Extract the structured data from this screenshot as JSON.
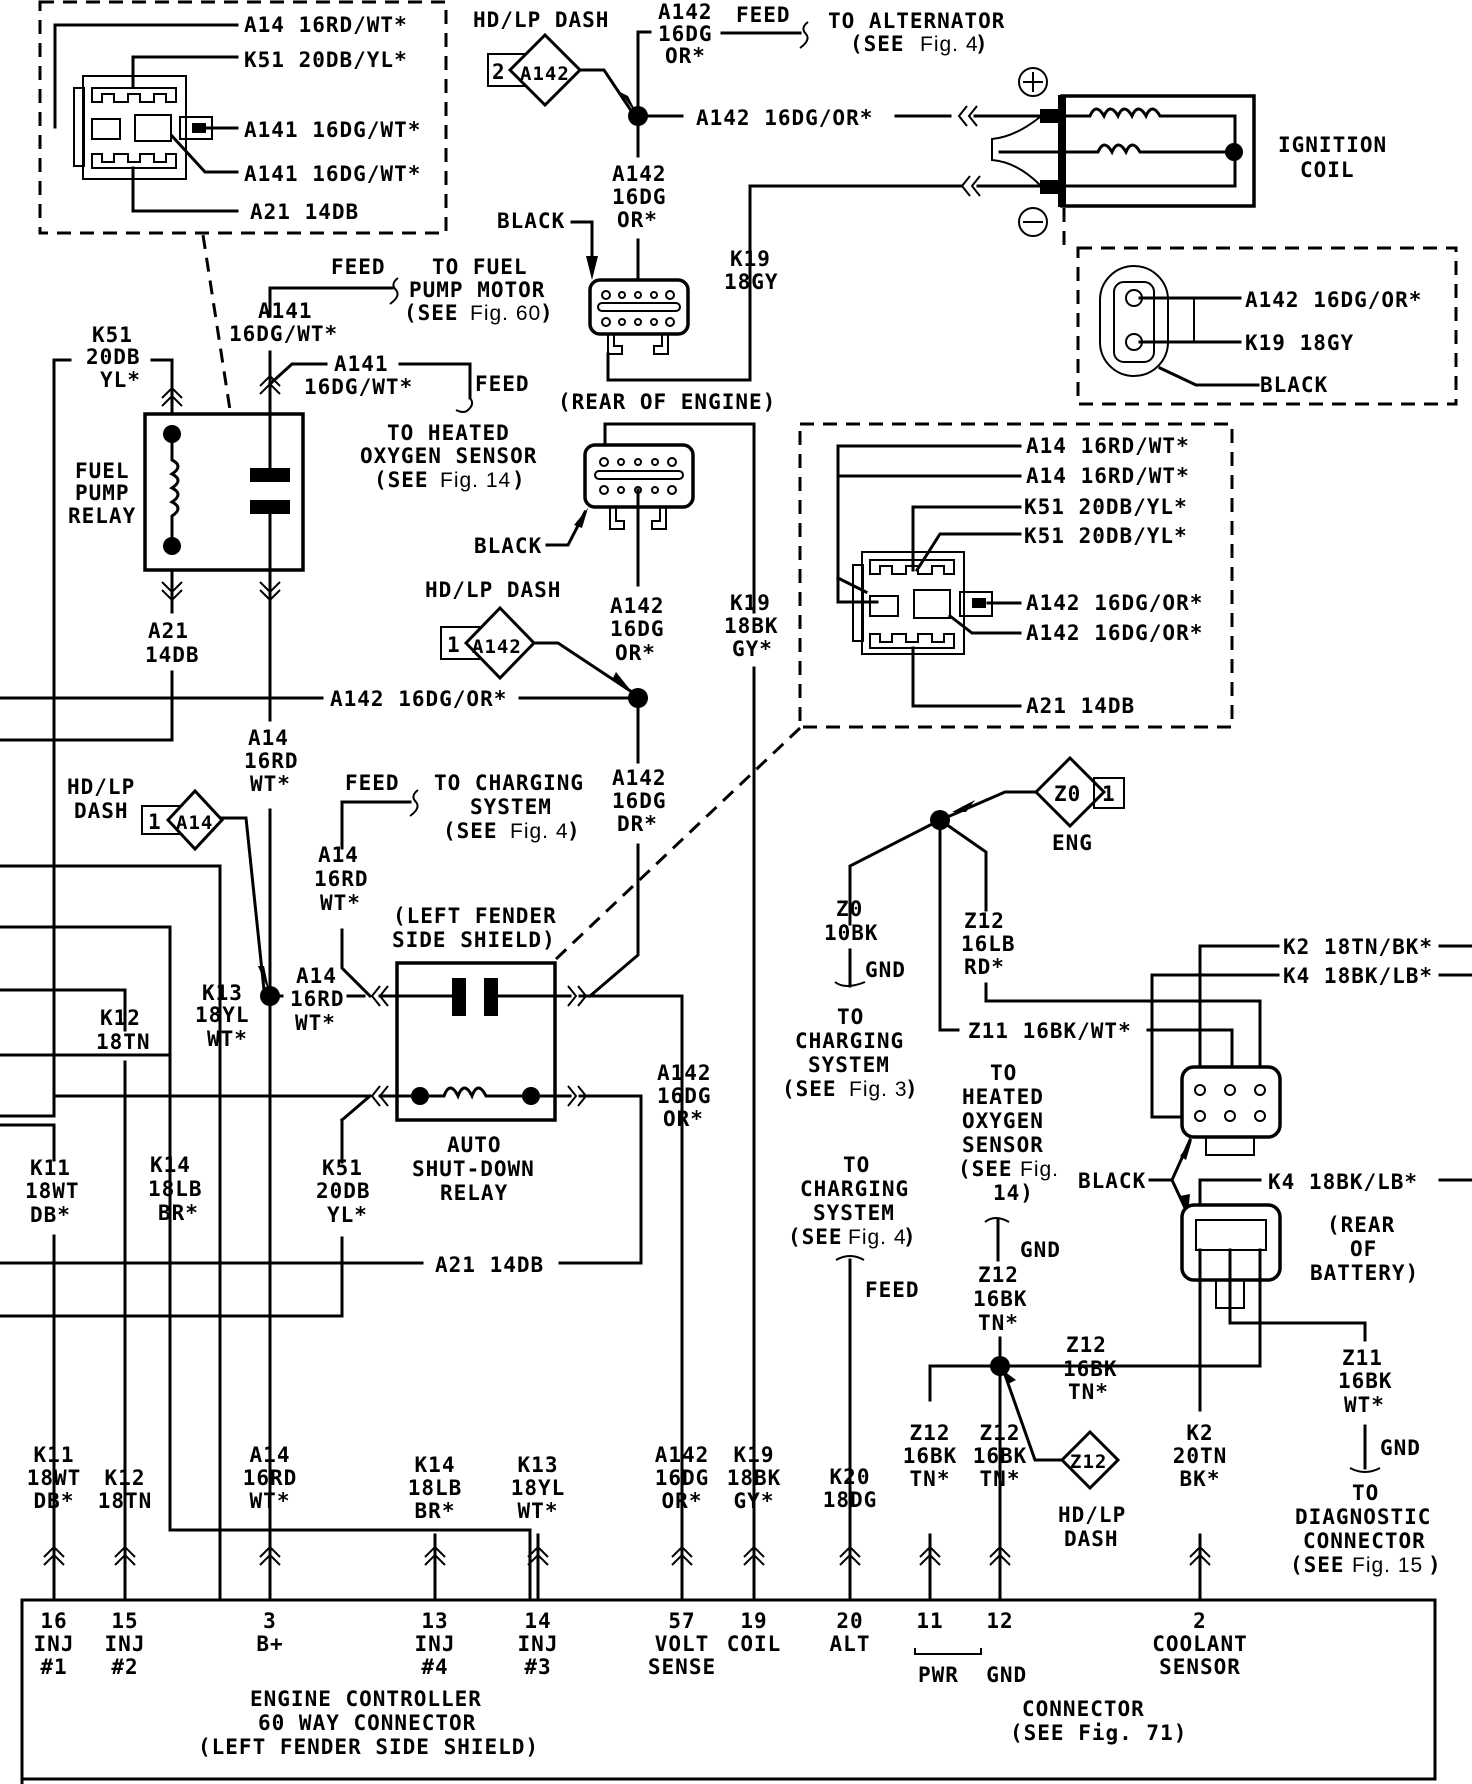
{
  "diagram": {
    "title": "Engine controller wiring - fuel pump relay, auto shut-down relay, ignition coil",
    "top_left_inset": {
      "wires": [
        "A14 16RD/WT*",
        "K51 20DB/YL*",
        "A141 16DG/WT*",
        "A141 16DG/WT*",
        "A21 14DB"
      ]
    },
    "hd_lp_dash_top": {
      "label": "HD/LP DASH",
      "pin": "2",
      "circuit": "A142"
    },
    "a142_top": {
      "circuit": "A142",
      "gauge": "16DG",
      "color": "OR*"
    },
    "feed_alternator": {
      "feed": "FEED",
      "to": "TO ALTERNATOR",
      "see": "(SEE",
      "fig": "Fig. 4",
      "close": ")"
    },
    "a142_horizontal": "A142 16DG/OR*",
    "ignition_coil": {
      "label1": "IGNITION",
      "label2": "COIL",
      "plus": "+",
      "minus": "−"
    },
    "coil_inset": {
      "wires": [
        "A142 16DG/OR*",
        "K19 18GY",
        "BLACK"
      ]
    },
    "a142_mid": {
      "circuit": "A142",
      "gauge": "16DG",
      "color": "OR*"
    },
    "black_label": "BLACK",
    "k19_upper": {
      "circuit": "K19",
      "gauge": "18GY"
    },
    "rear_of_engine": "(REAR OF ENGINE)",
    "feed_fuel_pump": {
      "feed": "FEED",
      "line1": "TO FUEL",
      "line2": "PUMP MOTOR",
      "see": "(SEE",
      "fig": "Fig. 60",
      "close": ")"
    },
    "a141_left": {
      "circuit": "A141",
      "gauge": "16DG/WT*"
    },
    "a141_right": {
      "circuit": "A141",
      "gauge": "16DG/WT*"
    },
    "feed_o2": {
      "feed": "FEED",
      "line1": "TO HEATED",
      "line2": "OXYGEN SENSOR",
      "see": "(SEE",
      "fig": "Fig. 14",
      "close": ")"
    },
    "k51_top": {
      "circuit": "K51",
      "gauge": "20DB",
      "color": "YL*"
    },
    "fuel_pump_relay": {
      "line1": "FUEL",
      "line2": "PUMP",
      "line3": "RELAY"
    },
    "a21_relay": {
      "circuit": "A21",
      "gauge": "14DB"
    },
    "black_label_2": "BLACK",
    "hd_lp_dash_mid": {
      "label": "HD/LP DASH",
      "pin": "1",
      "circuit": "A142"
    },
    "a142_mid2": {
      "circuit": "A142",
      "gauge": "16DG",
      "color": "OR*"
    },
    "k19_lower": {
      "circuit": "K19",
      "gauge": "18BK",
      "color": "GY*"
    },
    "a142_horizontal_mid": "A142 16DG/OR*",
    "asd_inset": {
      "wires": [
        "A14 16RD/WT*",
        "A14 16RD/WT*",
        "K51 20DB/YL*",
        "K51 20DB/YL*",
        "A142 16DG/OR*",
        "A142 16DG/OR*",
        "A21 14DB"
      ]
    },
    "a14_mid": {
      "circuit": "A14",
      "gauge": "16RD",
      "color": "WT*"
    },
    "hd_lp_dash_a14": {
      "label1": "HD/LP",
      "label2": "DASH",
      "pin": "1",
      "circuit": "A14"
    },
    "feed_charging": {
      "feed": "FEED",
      "line1": "TO CHARGING",
      "line2": "SYSTEM",
      "see": "(SEE",
      "fig": "Fig. 4",
      "close": ")"
    },
    "a142_dr": {
      "circuit": "A142",
      "gauge": "16DG",
      "color": "DR*"
    },
    "a14_feed": {
      "circuit": "A14",
      "gauge": "16RD",
      "color": "WT*"
    },
    "left_fender": {
      "line1": "(LEFT FENDER",
      "line2": "SIDE SHIELD)"
    },
    "a14_relay": {
      "circuit": "A14",
      "gauge": "16RD",
      "color": "WT*"
    },
    "k13_mid": {
      "circuit": "K13",
      "gauge": "18YL",
      "color": "WT*"
    },
    "k12_mid": {
      "circuit": "K12",
      "gauge": "18TN"
    },
    "a142_right_relay": {
      "circuit": "A142",
      "gauge": "16DG",
      "color": "OR*"
    },
    "asd_relay": {
      "line1": "AUTO",
      "line2": "SHUT-DOWN",
      "line3": "RELAY"
    },
    "k11_mid": {
      "circuit": "K11",
      "gauge": "18WT",
      "color": "DB*"
    },
    "k14_mid": {
      "circuit": "K14",
      "gauge": "18LB",
      "color": "BR*"
    },
    "k51_mid": {
      "circuit": "K51",
      "gauge": "20DB",
      "color": "YL*"
    },
    "a21_horizontal": "A21 14DB",
    "ground_eng": {
      "circuit": "Z0",
      "pin": "1",
      "label": "ENG"
    },
    "z0": {
      "circuit": "Z0",
      "gauge": "10BK",
      "gnd": "GND"
    },
    "to_charging_3": {
      "line1": "TO",
      "line2": "CHARGING",
      "line3": "SYSTEM",
      "see": "(SEE",
      "fig": "Fig. 3",
      "close": ")"
    },
    "z12_upper": {
      "circuit": "Z12",
      "gauge": "16LB",
      "color": "RD*"
    },
    "z11_horizontal": "Z11 16BK/WT*",
    "to_o2": {
      "line1": "TO",
      "line2": "HEATED",
      "line3": "OXYGEN",
      "line4": "SENSOR",
      "see": "(SEE",
      "fig": "Fig.",
      "fig2": "14)",
      "gnd": "GND"
    },
    "to_charging_4": {
      "line1": "TO",
      "line2": "CHARGING",
      "line3": "SYSTEM",
      "see": "(SEE",
      "fig": "Fig. 4",
      "close": ")",
      "feed": "FEED"
    },
    "k2_top": "K2 18TN/BK*",
    "k4_top": "K4 18BK/LB*",
    "black_battery": "BLACK",
    "k4_mid": "K4 18BK/LB*",
    "rear_battery": {
      "line1": "(REAR",
      "line2": "OF",
      "line3": "BATTERY)"
    },
    "z12_center": {
      "circuit": "Z12",
      "gauge": "16BK",
      "color": "TN*"
    },
    "z12_right": {
      "circuit": "Z12",
      "gauge": "16BK",
      "color": "TN*"
    },
    "z11_right": {
      "circuit": "Z11",
      "gauge": "16BK",
      "color": "WT*",
      "gnd": "GND"
    },
    "to_diagnostic": {
      "line1": "TO",
      "line2": "DIAGNOSTIC",
      "line3": "CONNECTOR",
      "see": "(SEE",
      "fig": "Fig. 15",
      "close": ")"
    },
    "hd_lp_dash_z12": {
      "circuit": "Z12",
      "label1": "HD/LP",
      "label2": "DASH"
    },
    "bottom_wires": [
      {
        "circuit": "K11",
        "gauge": "18WT",
        "color": "DB*"
      },
      {
        "circuit": "K12",
        "gauge": "18TN",
        "color": ""
      },
      {
        "circuit": "A14",
        "gauge": "16RD",
        "color": "WT*"
      },
      {
        "circuit": "K14",
        "gauge": "18LB",
        "color": "BR*"
      },
      {
        "circuit": "K13",
        "gauge": "18YL",
        "color": "WT*"
      },
      {
        "circuit": "A142",
        "gauge": "16DG",
        "color": "OR*"
      },
      {
        "circuit": "K19",
        "gauge": "18BK",
        "color": "GY*"
      },
      {
        "circuit": "K20",
        "gauge": "18DG",
        "color": ""
      },
      {
        "circuit": "Z12",
        "gauge": "16BK",
        "color": "TN*"
      },
      {
        "circuit": "Z12",
        "gauge": "16BK",
        "color": "TN*"
      },
      {
        "circuit": "K2",
        "gauge": "20TN",
        "color": "BK*"
      }
    ],
    "engine_controller": {
      "pins": [
        {
          "num": "16",
          "l1": "INJ",
          "l2": "#1"
        },
        {
          "num": "15",
          "l1": "INJ",
          "l2": "#2"
        },
        {
          "num": "3",
          "l1": "B+",
          "l2": ""
        },
        {
          "num": "13",
          "l1": "INJ",
          "l2": "#4"
        },
        {
          "num": "14",
          "l1": "INJ",
          "l2": "#3"
        },
        {
          "num": "57",
          "l1": "VOLT",
          "l2": "SENSE"
        },
        {
          "num": "19",
          "l1": "COIL",
          "l2": ""
        },
        {
          "num": "20",
          "l1": "ALT",
          "l2": ""
        },
        {
          "num": "11",
          "l1": "",
          "l2": ""
        },
        {
          "num": "12",
          "l1": "",
          "l2": ""
        },
        {
          "num": "2",
          "l1": "COOLANT",
          "l2": "SENSOR"
        }
      ],
      "pwr_gnd": "PWR  GND",
      "title1": "ENGINE CONTROLLER",
      "title2": "60 WAY CONNECTOR",
      "title3": "(LEFT FENDER SIDE SHIELD)",
      "connector1": "CONNECTOR",
      "connector2": "(SEE Fig. 71)"
    }
  }
}
